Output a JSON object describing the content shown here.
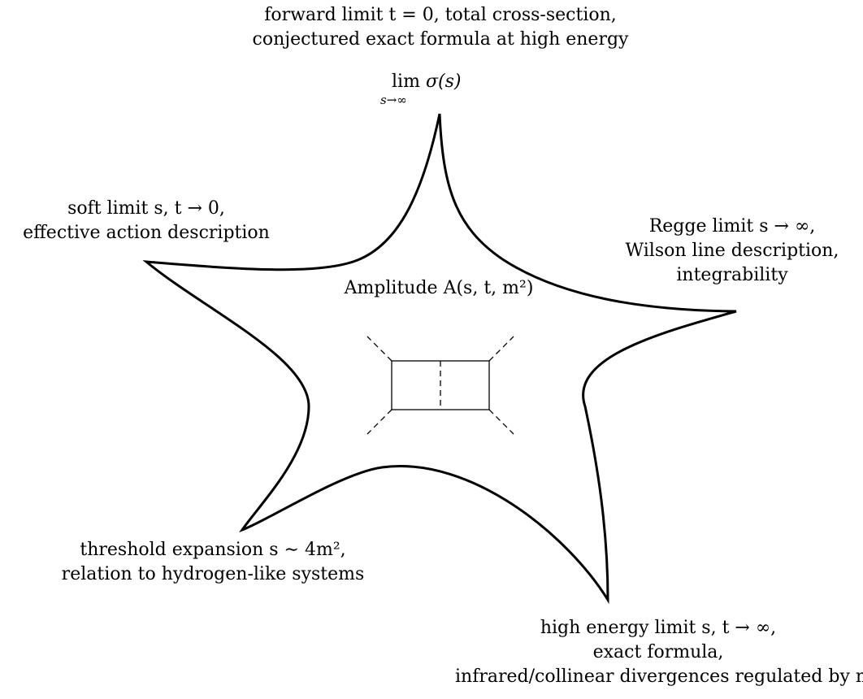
{
  "labels": {
    "top": {
      "line1": "forward limit t = 0, total cross-section,",
      "line2": "conjectured exact formula at high energy",
      "lim_word": "lim",
      "lim_sub": "s→∞",
      "lim_fn": "σ(s)"
    },
    "soft": {
      "line1": "soft limit s, t → 0,",
      "line2": "effective action description"
    },
    "regge": {
      "line1": "Regge limit s → ∞,",
      "line2": "Wilson line description,",
      "line3": "integrability"
    },
    "threshold": {
      "line1": "threshold expansion s ∼ 4m²,",
      "line2": "relation to hydrogen-like systems"
    },
    "high_energy": {
      "line1": "high energy limit s, t → ∞,",
      "line2": "exact formula,",
      "line3": "infrared/collinear divergences regulated by mass"
    },
    "center": "Amplitude A(s, t, m²)"
  }
}
